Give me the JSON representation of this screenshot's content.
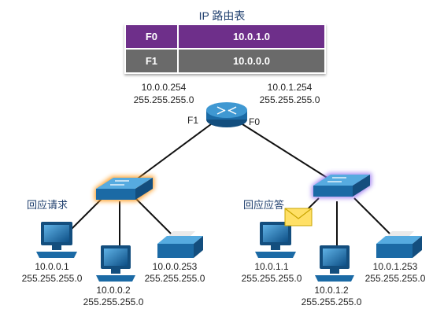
{
  "title": "IP 路由表",
  "routing_table": [
    {
      "interface": "F0",
      "network": "10.0.1.0"
    },
    {
      "interface": "F1",
      "network": "10.0.0.0"
    }
  ],
  "router": {
    "f1_ip": "10.0.0.254",
    "f1_mask": "255.255.255.0",
    "f0_ip": "10.0.1.254",
    "f0_mask": "255.255.255.0",
    "port_left": "F1",
    "port_right": "F0"
  },
  "left_lan": {
    "message": "回应请求",
    "hosts": [
      {
        "ip": "10.0.0.1",
        "mask": "255.255.255.0"
      },
      {
        "ip": "10.0.0.2",
        "mask": "255.255.255.0"
      },
      {
        "ip": "10.0.0.253",
        "mask": "255.255.255.0"
      }
    ]
  },
  "right_lan": {
    "message": "回应应答",
    "hosts": [
      {
        "ip": "10.0.1.1",
        "mask": "255.255.255.0"
      },
      {
        "ip": "10.0.1.2",
        "mask": "255.255.255.0"
      },
      {
        "ip": "10.0.1.253",
        "mask": "255.255.255.0"
      }
    ]
  },
  "icons": {
    "router": "router-icon",
    "switch": "switch-icon",
    "pc": "pc-icon",
    "printer": "printer-icon",
    "envelope": "envelope-icon"
  },
  "colors": {
    "row_f0": "#6e2f8a",
    "row_f1": "#6a6a6a",
    "device_blue": "#1b6aa5",
    "highlight": "#ff9a1f",
    "highlight_right": "#9c7cf0",
    "envelope": "#ffe066"
  }
}
